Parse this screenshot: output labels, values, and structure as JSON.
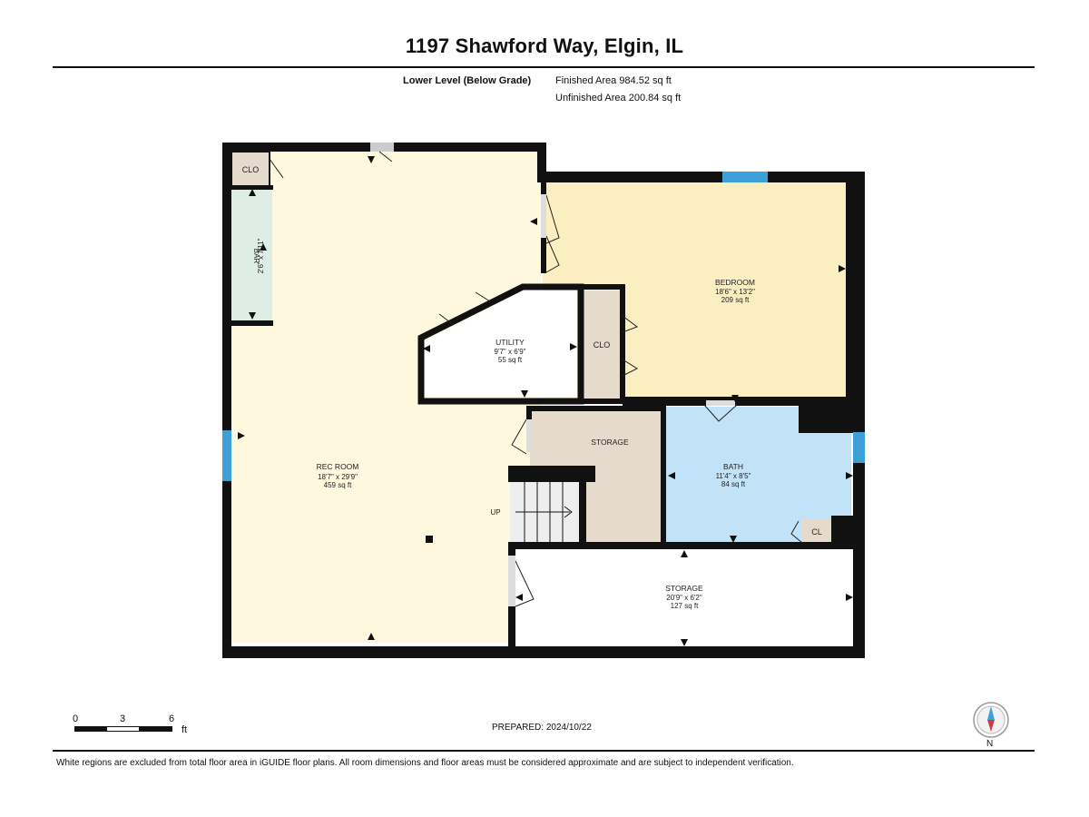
{
  "header": {
    "address": "1197 Shawford Way, Elgin, IL",
    "level": "Lower Level (Below Grade)",
    "finished_area": "Finished Area 984.52 sq ft",
    "unfinished_area": "Unfinished Area 200.84 sq ft"
  },
  "rooms": {
    "clo_top": {
      "name": "CLO"
    },
    "bar": {
      "name": "BAR",
      "dims": "2'6\" x 7'11\""
    },
    "rec_room": {
      "name": "REC ROOM",
      "dims": "18'7\" x 29'9\"",
      "area": "459 sq ft"
    },
    "utility": {
      "name": "UTILITY",
      "dims": "9'7\" x 6'9\"",
      "area": "55 sq ft"
    },
    "clo_mid": {
      "name": "CLO"
    },
    "bedroom": {
      "name": "BEDROOM",
      "dims": "18'6\" x 13'2\"",
      "area": "209 sq ft"
    },
    "storage_small": {
      "name": "STORAGE"
    },
    "bath": {
      "name": "BATH",
      "dims": "11'4\" x 8'5\"",
      "area": "84 sq ft"
    },
    "cl": {
      "name": "CL"
    },
    "storage_large": {
      "name": "STORAGE",
      "dims": "20'9\" x 6'2\"",
      "area": "127 sq ft"
    },
    "stairs": {
      "label": "UP"
    }
  },
  "colors": {
    "rec_room": "#fdf8de",
    "bedroom": "#fbeec0",
    "bath": "#c2e2f8",
    "bar": "#deeee4",
    "closet": "#e4dbcc",
    "storage_small": "#e4dbcc",
    "wall": "#111111",
    "window": "#3ea0d8"
  },
  "footer": {
    "scale_ticks": [
      "0",
      "3",
      "6"
    ],
    "scale_unit": "ft",
    "prepared": "PREPARED: 2024/10/22",
    "compass_label": "N",
    "disclaimer": "White regions are excluded from total floor area in iGUIDE floor plans. All room dimensions and floor areas must be considered approximate and are subject to independent verification."
  }
}
